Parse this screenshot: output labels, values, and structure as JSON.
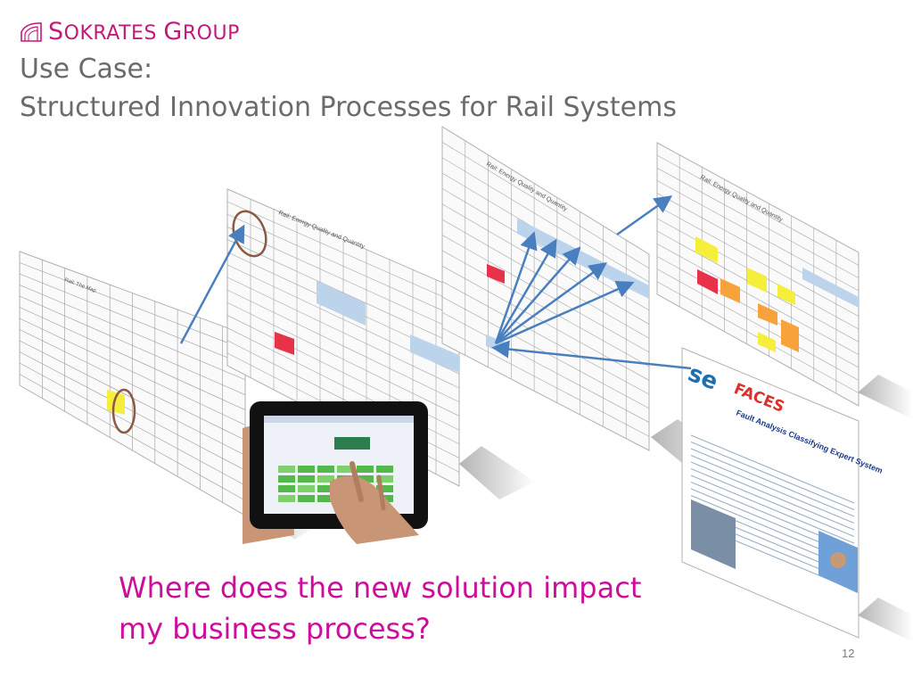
{
  "logo": {
    "s": "S",
    "okrates": "OKRATES ",
    "g": "G",
    "roup": "ROUP",
    "color": "#c2197a"
  },
  "title": {
    "line1": "Use Case:",
    "line2": "Structured Innovation Processes for Rail Systems",
    "color": "#6b6b6b"
  },
  "question": {
    "line1": "Where does the new solution impact",
    "line2": "my business process?",
    "color": "#cc0e9a"
  },
  "page_number": "12",
  "sheets": {
    "sheet1_title": "Rail: The Map",
    "sheet2_title": "Rail: Energy Quality and Quantity",
    "sheet3_title": "Rail: Energy Quality and Quantity",
    "sheet4_title": "Rail: Energy Quality and Quantity"
  },
  "faces": {
    "logo_text": "se",
    "name": "FACES",
    "subtitle": "Fault Analysis Classifying Expert System"
  },
  "colors": {
    "arrow": "#4a7fbf",
    "highlight_yellow": "#f5ee3a",
    "highlight_red": "#e8324a",
    "highlight_orange": "#f7a23a",
    "header_blue": "#bcd3ec"
  }
}
